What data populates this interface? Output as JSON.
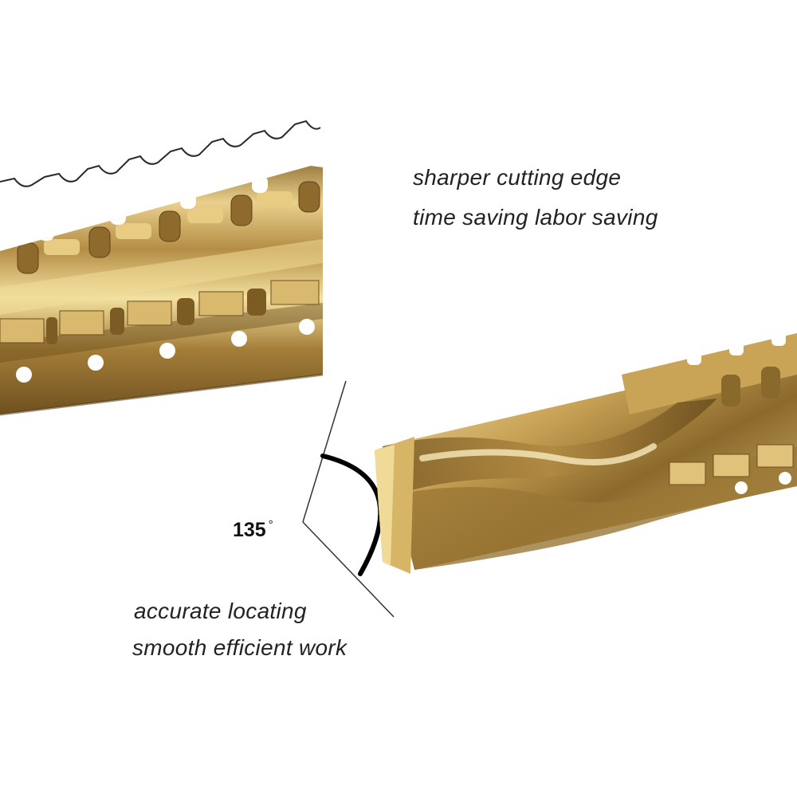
{
  "captions": {
    "top_line1": "sharper cutting edge",
    "top_line2": "time saving labor saving",
    "bottom_line1": "accurate locating",
    "bottom_line2": "smooth efficient work"
  },
  "angle": {
    "value": "135",
    "unit": "°"
  },
  "colors": {
    "gold_light": "#f4e3a2",
    "gold_mid": "#c9a45c",
    "gold_dark": "#7a5a24",
    "text": "#222222"
  }
}
